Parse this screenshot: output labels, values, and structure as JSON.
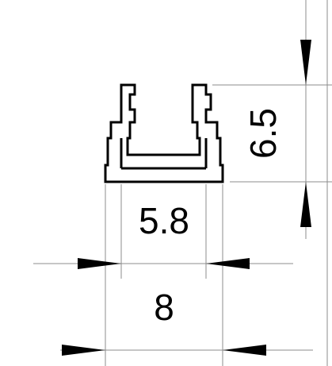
{
  "drawing": {
    "dimensions": {
      "height_label": "6.5",
      "inner_width_label": "5.8",
      "outer_width_label": "8"
    },
    "colors": {
      "stroke": "#000000",
      "extension_line": "#8c8c8c",
      "background": "#ffffff"
    }
  }
}
